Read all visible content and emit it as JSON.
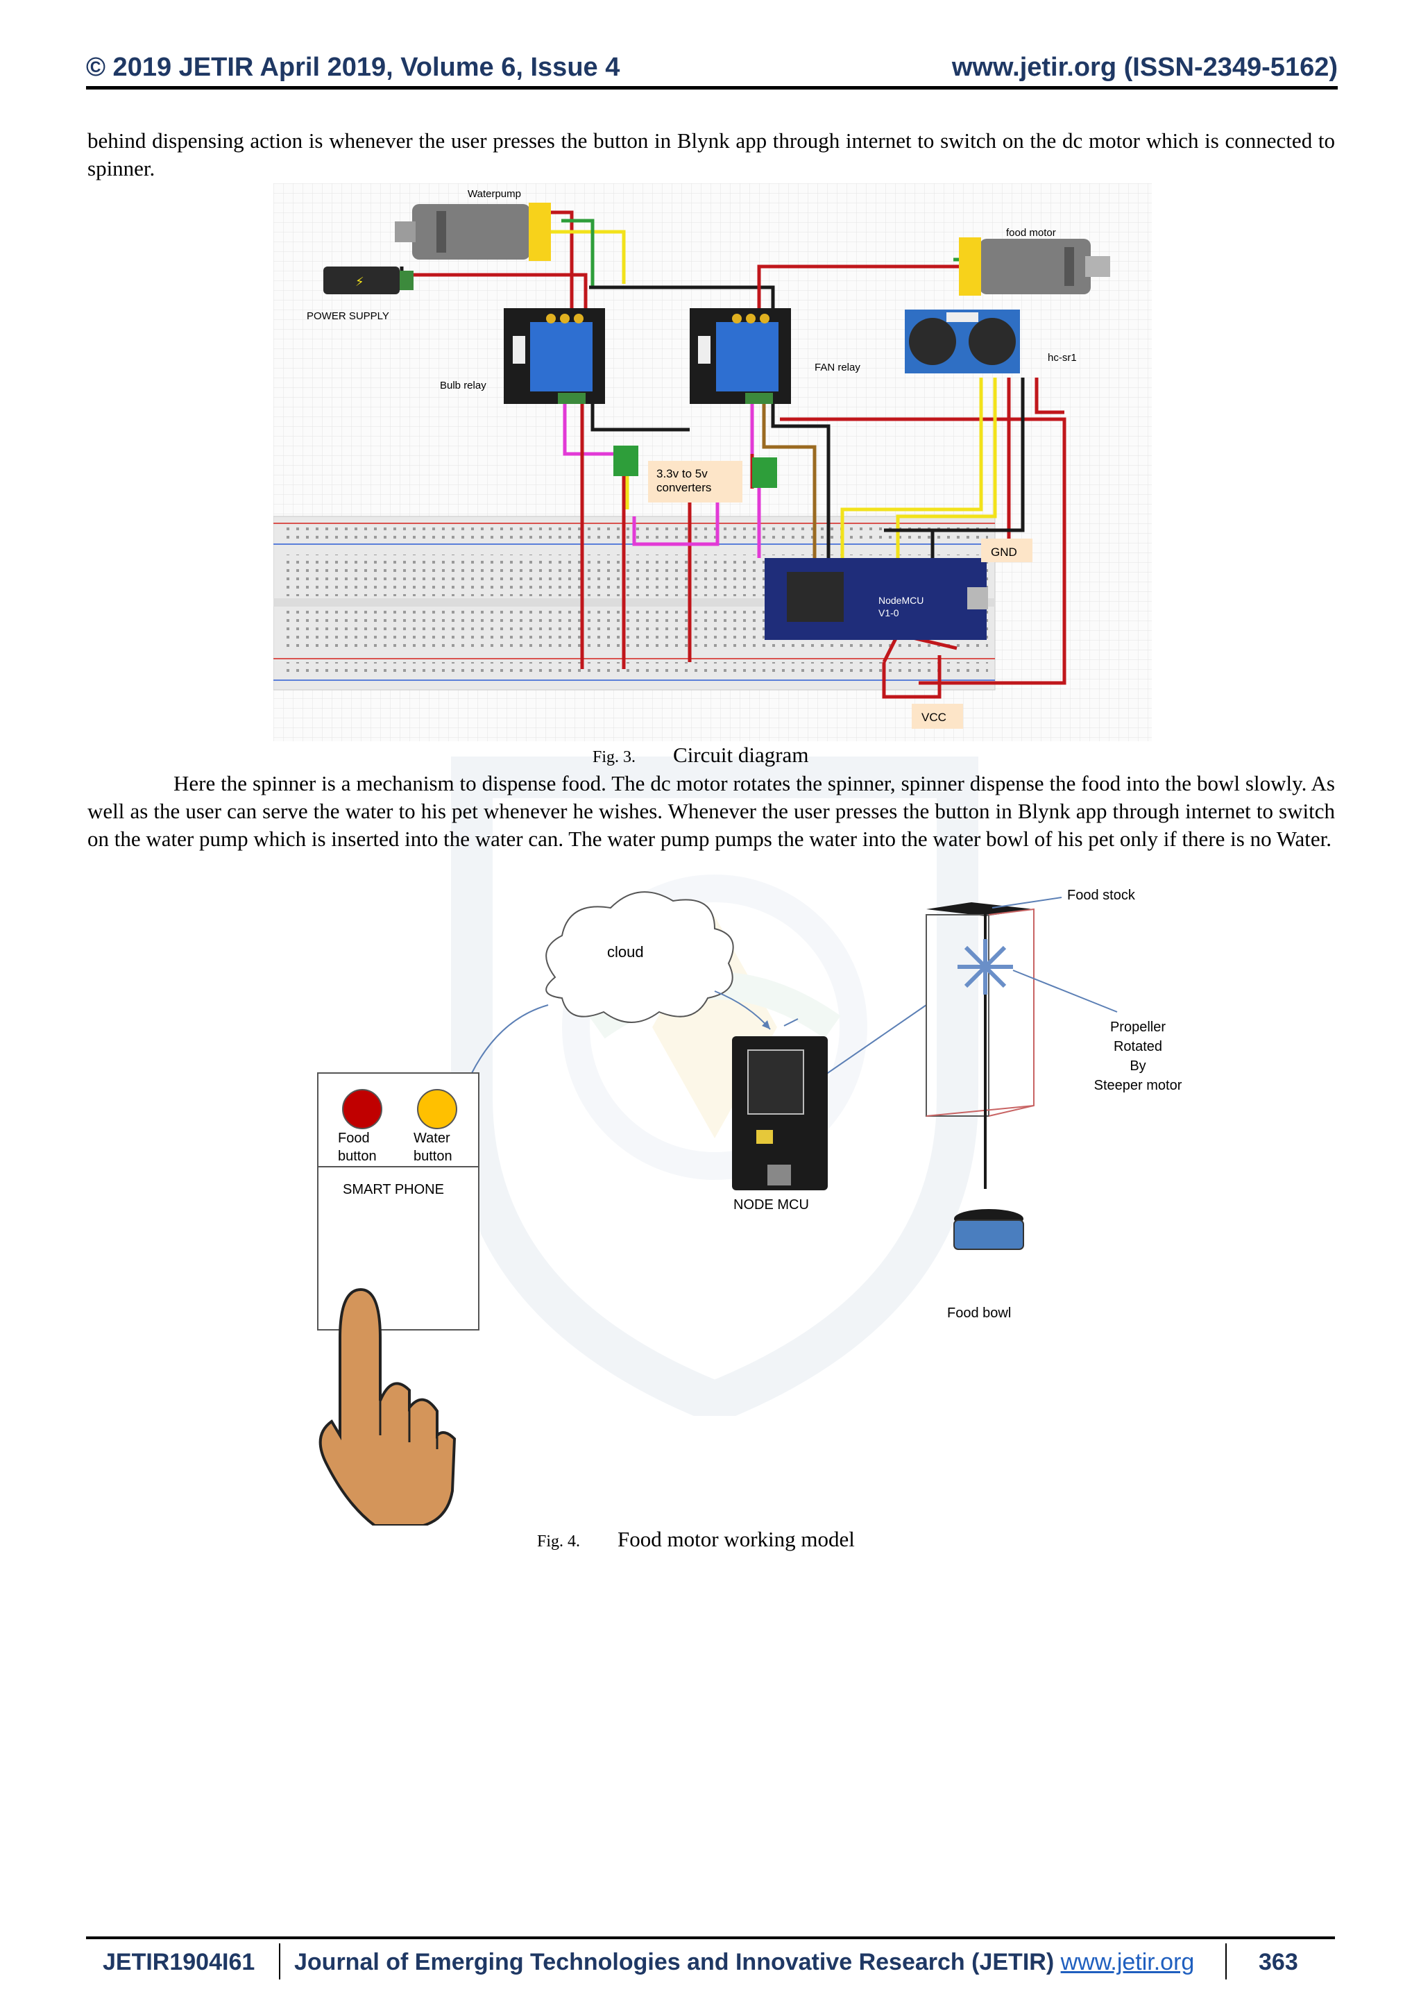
{
  "header": {
    "left": "© 2019 JETIR  April 2019, Volume 6, Issue 4",
    "right": "www.jetir.org  (ISSN-2349-5162)"
  },
  "paragraphs": {
    "intro": "behind dispensing action is whenever the user presses the button in Blynk app through internet to switch on the dc motor which is connected to spinner.",
    "spinner": "Here the spinner is a mechanism to dispense food. The dc motor rotates the spinner, spinner dispense the food into the bowl slowly. As well as the user can serve the water to his pet whenever he wishes. Whenever the user presses the button in Blynk app through internet to switch on the water pump which is inserted into the water can. The water pump pumps the water into the water bowl of his pet only if there is no Water."
  },
  "figure3": {
    "number": "Fig. 3.",
    "caption": "Circuit diagram",
    "labels": {
      "waterpump": "Waterpump",
      "food_motor": "food motor",
      "power_supply": "POWER SUPPLY",
      "bulb_relay": "Bulb relay",
      "fan_relay": "FAN relay",
      "sensor": "hc-sr1",
      "converter_line1": "3.3v to 5v",
      "converter_line2": "converters",
      "gnd": "GND",
      "vcc": "VCC",
      "mcu_line1": "NodeMCU",
      "mcu_line2": "V1-0"
    },
    "colors": {
      "red": "#c0161b",
      "black": "#1a1a1a",
      "magenta": "#e23ad6",
      "yellow": "#f2e21b",
      "brown": "#9a6a21",
      "green": "#2e9e3a"
    }
  },
  "figure4": {
    "number": "Fig. 4.",
    "caption": "Food motor working model",
    "labels": {
      "cloud": "cloud",
      "food_stock": "Food stock",
      "propeller": [
        "Propeller",
        "Rotated",
        "By",
        "Steeper motor"
      ],
      "food_button": [
        "Food",
        "button"
      ],
      "water_button": [
        "Water",
        "button"
      ],
      "smart_phone": "SMART PHONE",
      "node_mcu": "NODE MCU",
      "food_bowl": "Food bowl"
    },
    "colors": {
      "food_button": "#c00000",
      "water_button": "#ffc000",
      "hand": "#d4955a",
      "bowl": "#4a7ebf"
    }
  },
  "footer": {
    "id": "JETIR1904I61",
    "journal": "Journal of Emerging Technologies and Innovative Research (JETIR)",
    "link": "www.jetir.org",
    "page": "363"
  }
}
